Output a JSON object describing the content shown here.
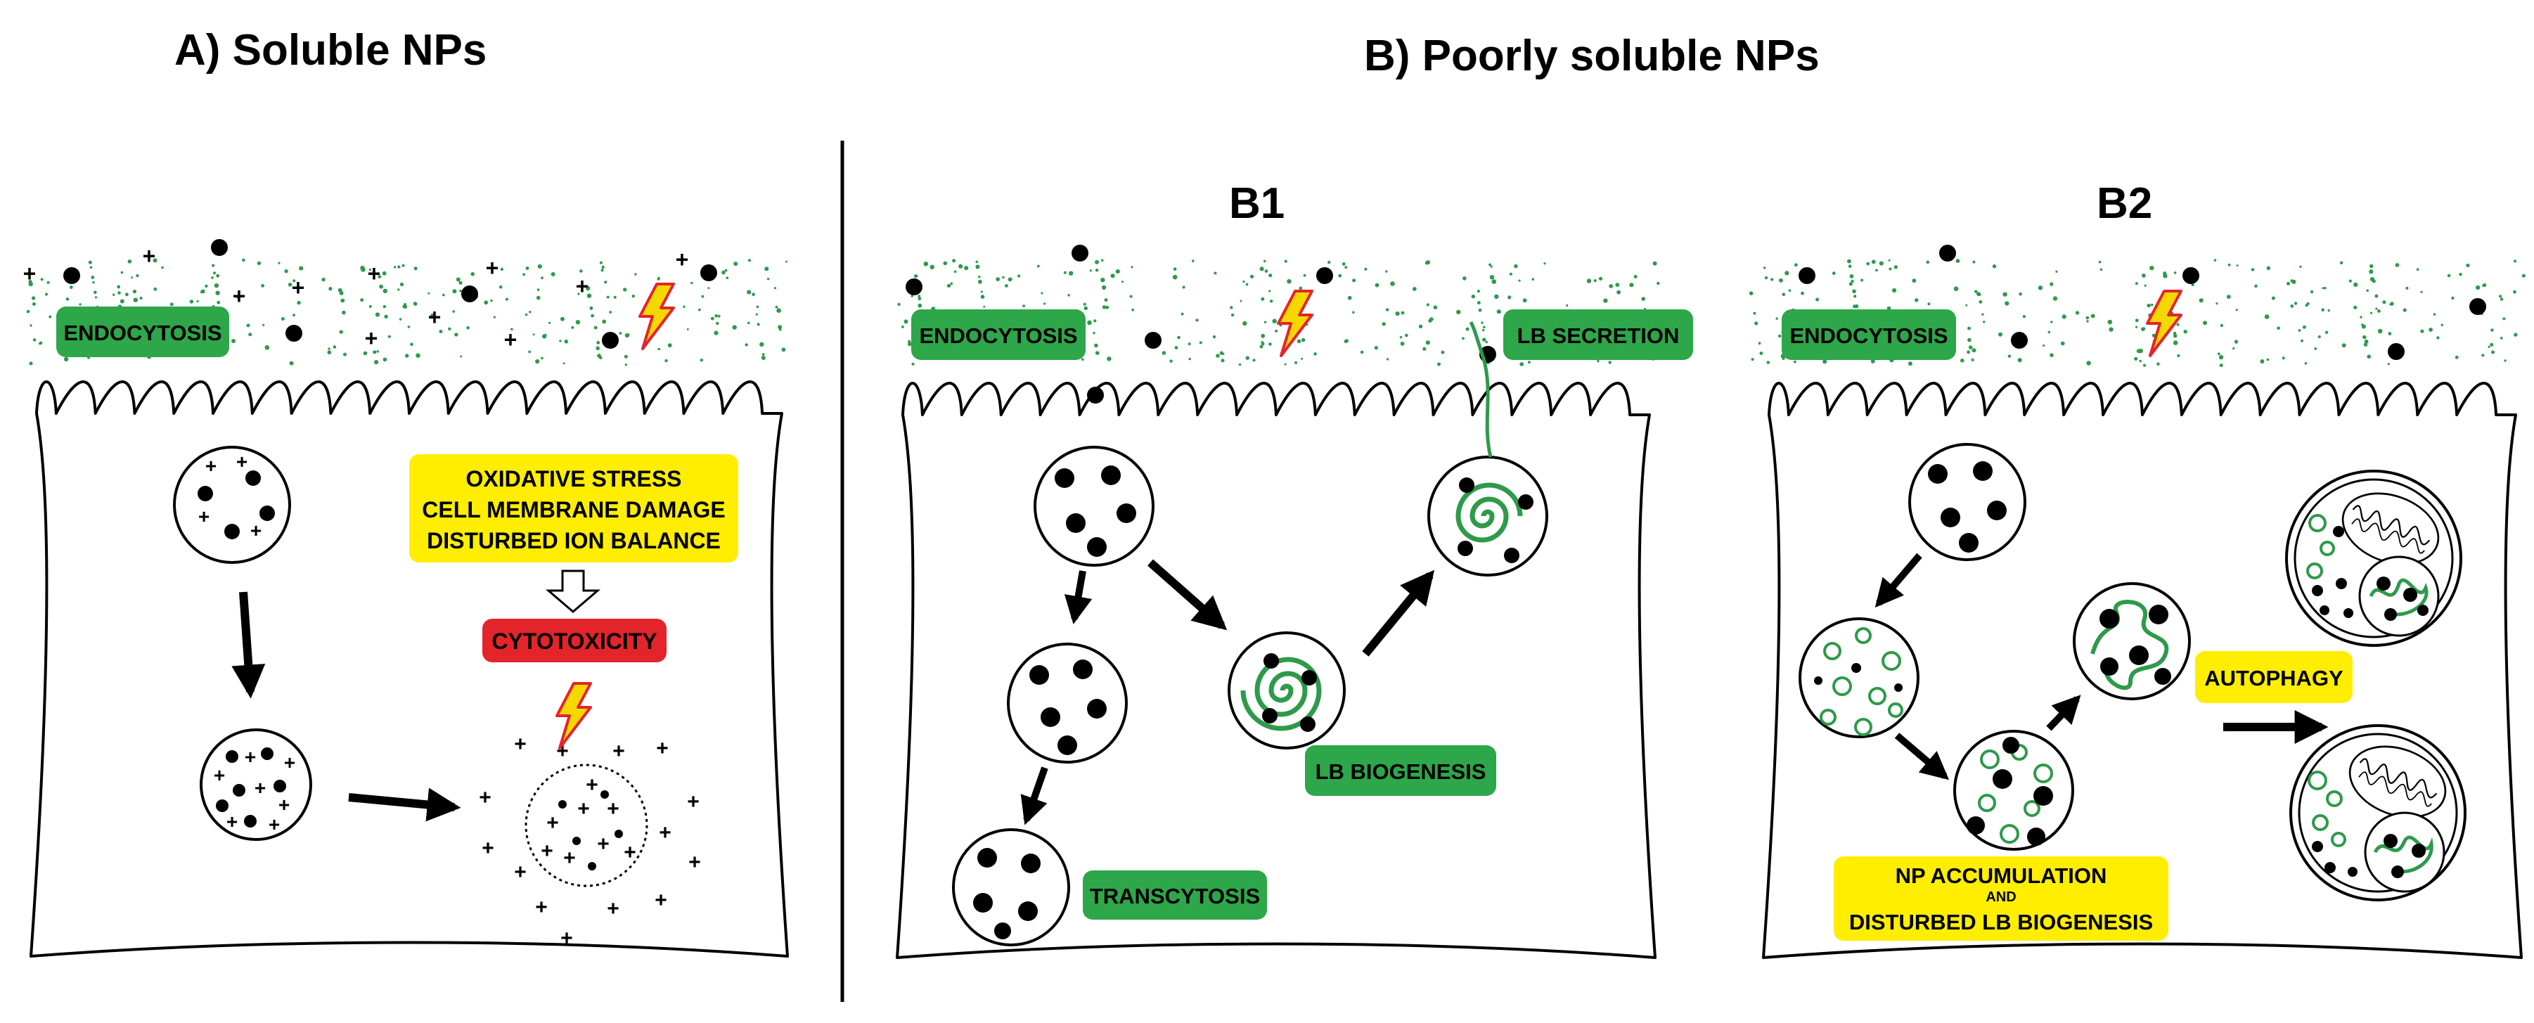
{
  "panel_a": {
    "title": "A)  Soluble NPs",
    "endocytosis": "ENDOCYTOSIS",
    "effects": [
      "OXIDATIVE STRESS",
      "CELL MEMBRANE DAMAGE",
      "DISTURBED ION BALANCE"
    ],
    "cytotoxicity": "CYTOTOXICITY"
  },
  "panel_b": {
    "title": "B)  Poorly soluble NPs",
    "b1": {
      "title": "B1",
      "endocytosis": "ENDOCYTOSIS",
      "lb_secretion": "LB SECRETION",
      "lb_biogenesis": "LB BIOGENESIS",
      "transcytosis": "TRANSCYTOSIS"
    },
    "b2": {
      "title": "B2",
      "endocytosis": "ENDOCYTOSIS",
      "autophagy": "AUTOPHAGY",
      "accumulation": [
        "NP ACCUMULATION",
        "AND",
        "DISTURBED LB BIOGENESIS"
      ]
    }
  },
  "colors": {
    "label_green": "#2ea64a",
    "label_yellow": "#ffee00",
    "label_red": "#e3242b",
    "lipid_green": "#2e9a4a",
    "lightning": "#f5d800",
    "lightning_outline": "#e3242b"
  },
  "icons": [
    "lightning-bolt-icon",
    "nanoparticle-dot",
    "ion-plus",
    "mitochondrion-icon"
  ]
}
